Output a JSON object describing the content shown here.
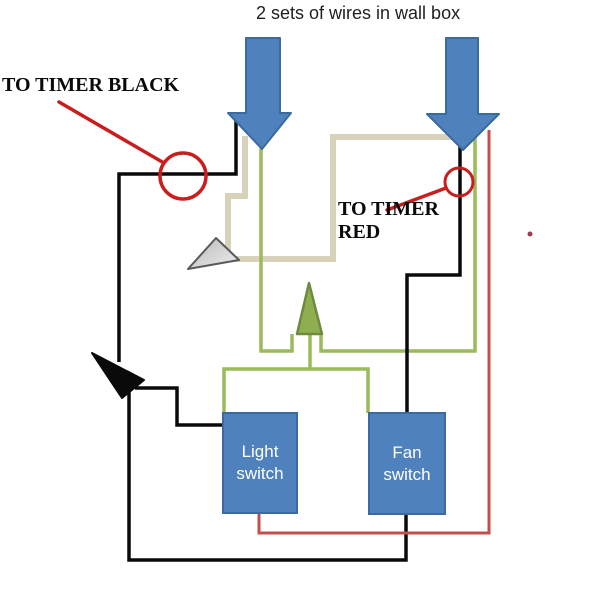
{
  "title": "2 sets of wires in wall box",
  "callouts": {
    "timer_black": "TO TIMER BLACK",
    "timer_red": "TO TIMER RED"
  },
  "switches": {
    "light": {
      "label": "Light switch"
    },
    "fan": {
      "label": "Fan switch"
    }
  },
  "icons": {
    "cable_arrows": "down-arrow",
    "ground_marker": "up-arrow",
    "white_wire_connector": "gray-left-down-arrow",
    "black_wire_connector": "black-left-up-arrow"
  },
  "colors": {
    "cable_blue": "#4f81bd",
    "cable_blue_border": "#3a6a9e",
    "ground_green": "#9bbb59",
    "green_arrow_fill": "#8fae50",
    "green_arrow_border": "#6d8a3f",
    "neutral_tan": "#d9d2bb",
    "hot_black": "#0a0a0a",
    "red_wire": "#c0504d",
    "annotation_red": "#c81e1e",
    "red_dot": "#a33a52",
    "gray_connector_border": "#5a5a5a",
    "switch_text": "#ffffff",
    "title_text": "#1f1f1f"
  }
}
